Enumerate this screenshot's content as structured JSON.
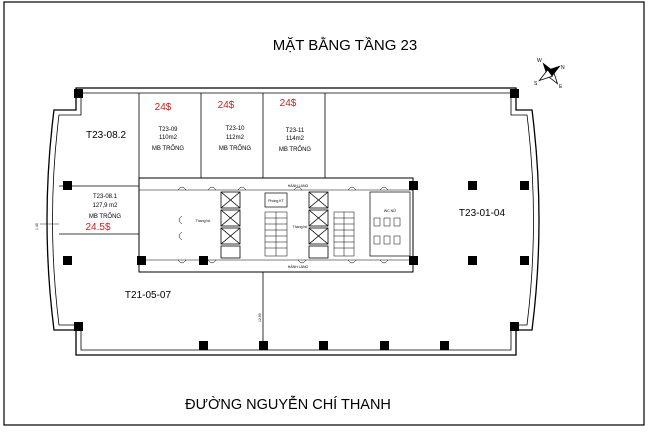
{
  "title": "MẶT BẰNG TẦNG 23",
  "street": "ĐƯỜNG NGUYỄN CHÍ THANH",
  "compass": {
    "n": "N",
    "e": "E",
    "s": "S",
    "w": "W"
  },
  "colors": {
    "line": "#000000",
    "price": "#cc1f1f",
    "fill": "#000000"
  },
  "units": [
    {
      "code": "T23-08.2",
      "area": "",
      "status": "",
      "price": ""
    },
    {
      "code": "T23-09",
      "area": "110m2",
      "status": "MB TRỐNG",
      "price": "24$"
    },
    {
      "code": "T23-10",
      "area": "112m2",
      "status": "MB TRỐNG",
      "price": "24$"
    },
    {
      "code": "T23-11",
      "area": "114m2",
      "status": "MB TRỐNG",
      "price": "24$"
    },
    {
      "code": "T23-08.1",
      "area": "127,9 m2",
      "status": "MB TRỐNG",
      "price": "24.5$"
    },
    {
      "code": "T23-01-04",
      "area": "",
      "status": "",
      "price": ""
    },
    {
      "code": "T21-05-07",
      "area": "",
      "status": "",
      "price": ""
    }
  ],
  "core": {
    "corridor_top": "HÀNH LANG",
    "corridor_bottom": "HÀNH LANG",
    "tech_room": "Phòng KT",
    "stair_left": "Thang bộ",
    "stair_right": "Thang bộ",
    "wc": "WC NỮ",
    "dim_left": "1.40",
    "dim_bottom": "12.00"
  }
}
